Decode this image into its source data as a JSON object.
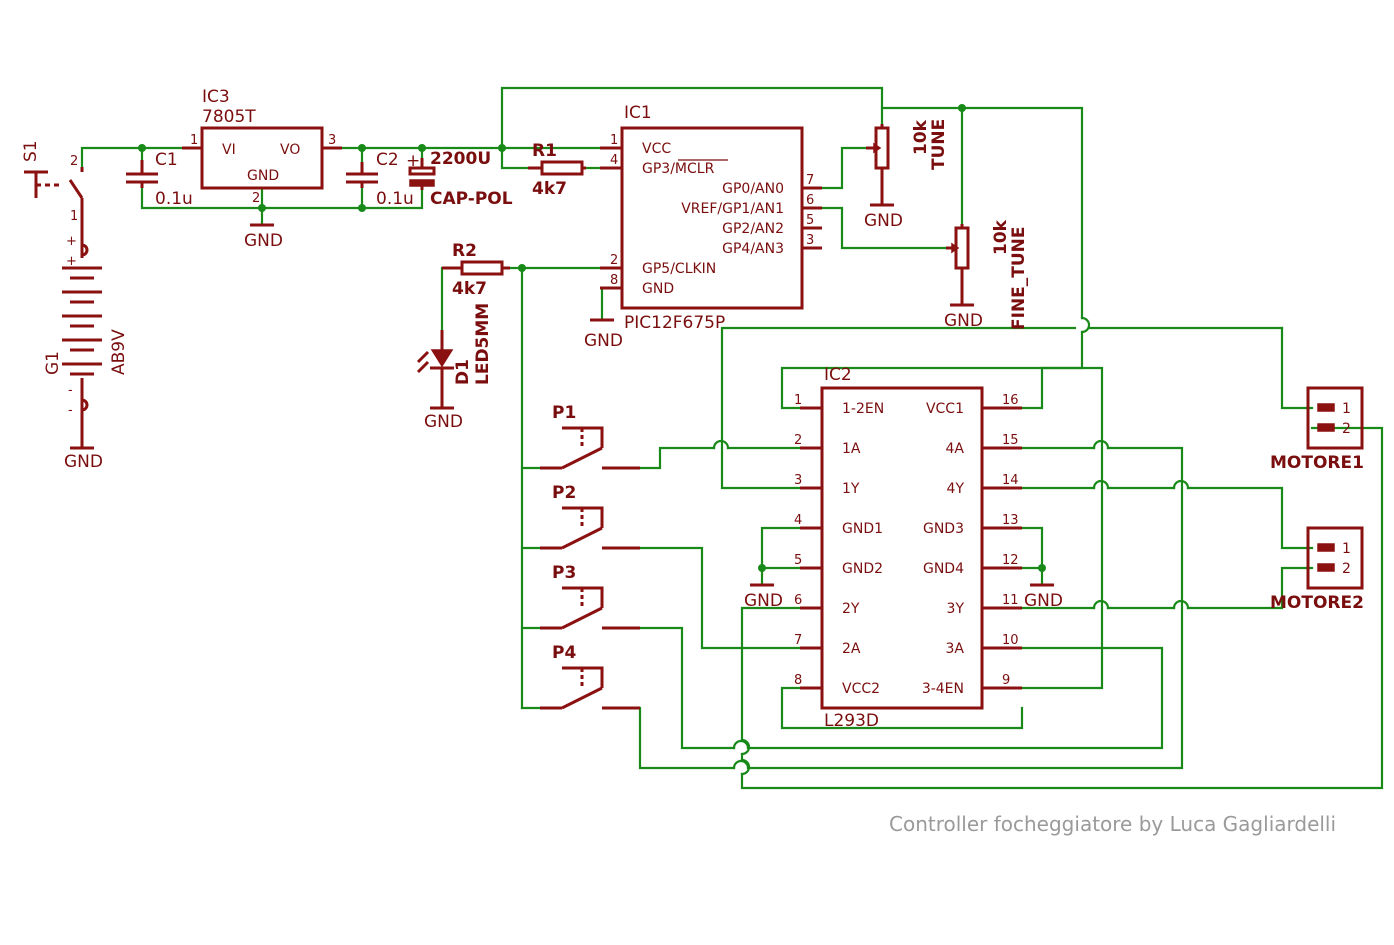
{
  "caption": "Controller focheggiatore by Luca Gagliardelli",
  "ic3": {
    "ref": "IC3",
    "value": "7805T",
    "pin_vi": "VI",
    "pin_vo": "VO",
    "pin_gnd": "GND",
    "p1": "1",
    "p2": "2",
    "p3": "3"
  },
  "ic1": {
    "ref": "IC1",
    "value": "PIC12F675P",
    "left": [
      "VCC",
      "GP3/MCLR",
      "GP5/CLKIN",
      "GND"
    ],
    "right": [
      "GP0/AN0",
      "VREF/GP1/AN1",
      "GP2/AN2",
      "GP4/AN3"
    ],
    "lnum": [
      "1",
      "4",
      "2",
      "8"
    ],
    "rnum": [
      "7",
      "6",
      "5",
      "3"
    ]
  },
  "ic2": {
    "ref": "IC2",
    "value": "L293D",
    "left": [
      "1-2EN",
      "1A",
      "1Y",
      "GND1",
      "GND2",
      "2Y",
      "2A",
      "VCC2"
    ],
    "right": [
      "VCC1",
      "4A",
      "4Y",
      "GND3",
      "GND4",
      "3Y",
      "3A",
      "3-4EN"
    ],
    "lnum": [
      "1",
      "2",
      "3",
      "4",
      "5",
      "6",
      "7",
      "8"
    ],
    "rnum": [
      "16",
      "15",
      "14",
      "13",
      "12",
      "11",
      "10",
      "9"
    ]
  },
  "parts": {
    "s1": "S1",
    "c1": "C1",
    "c1_val": "0.1u",
    "c2": "C2",
    "c2_val": "0.1u",
    "c3_val": "2200U",
    "c3_type": "CAP-POL",
    "r1": "R1",
    "r1_val": "4k7",
    "r2": "R2",
    "r2_val": "4k7",
    "g1": "G1",
    "g1_val": "AB9V",
    "d1": "D1",
    "d1_val": "LED5MM",
    "pot1_val": "10k",
    "pot1_name": "TUNE",
    "pot2_val": "10k",
    "pot2_name": "FINE_TUNE",
    "p1": "P1",
    "p2": "P2",
    "p3": "P3",
    "p4": "P4",
    "m1": "MOTORE1",
    "m2": "MOTORE2",
    "gnd": "GND",
    "one": "1",
    "two": "2",
    "plus": "+",
    "minus": "-"
  },
  "colors": {
    "wire": "#198a19",
    "symbol": "#8b1010",
    "caption": "#9a9a9a"
  }
}
